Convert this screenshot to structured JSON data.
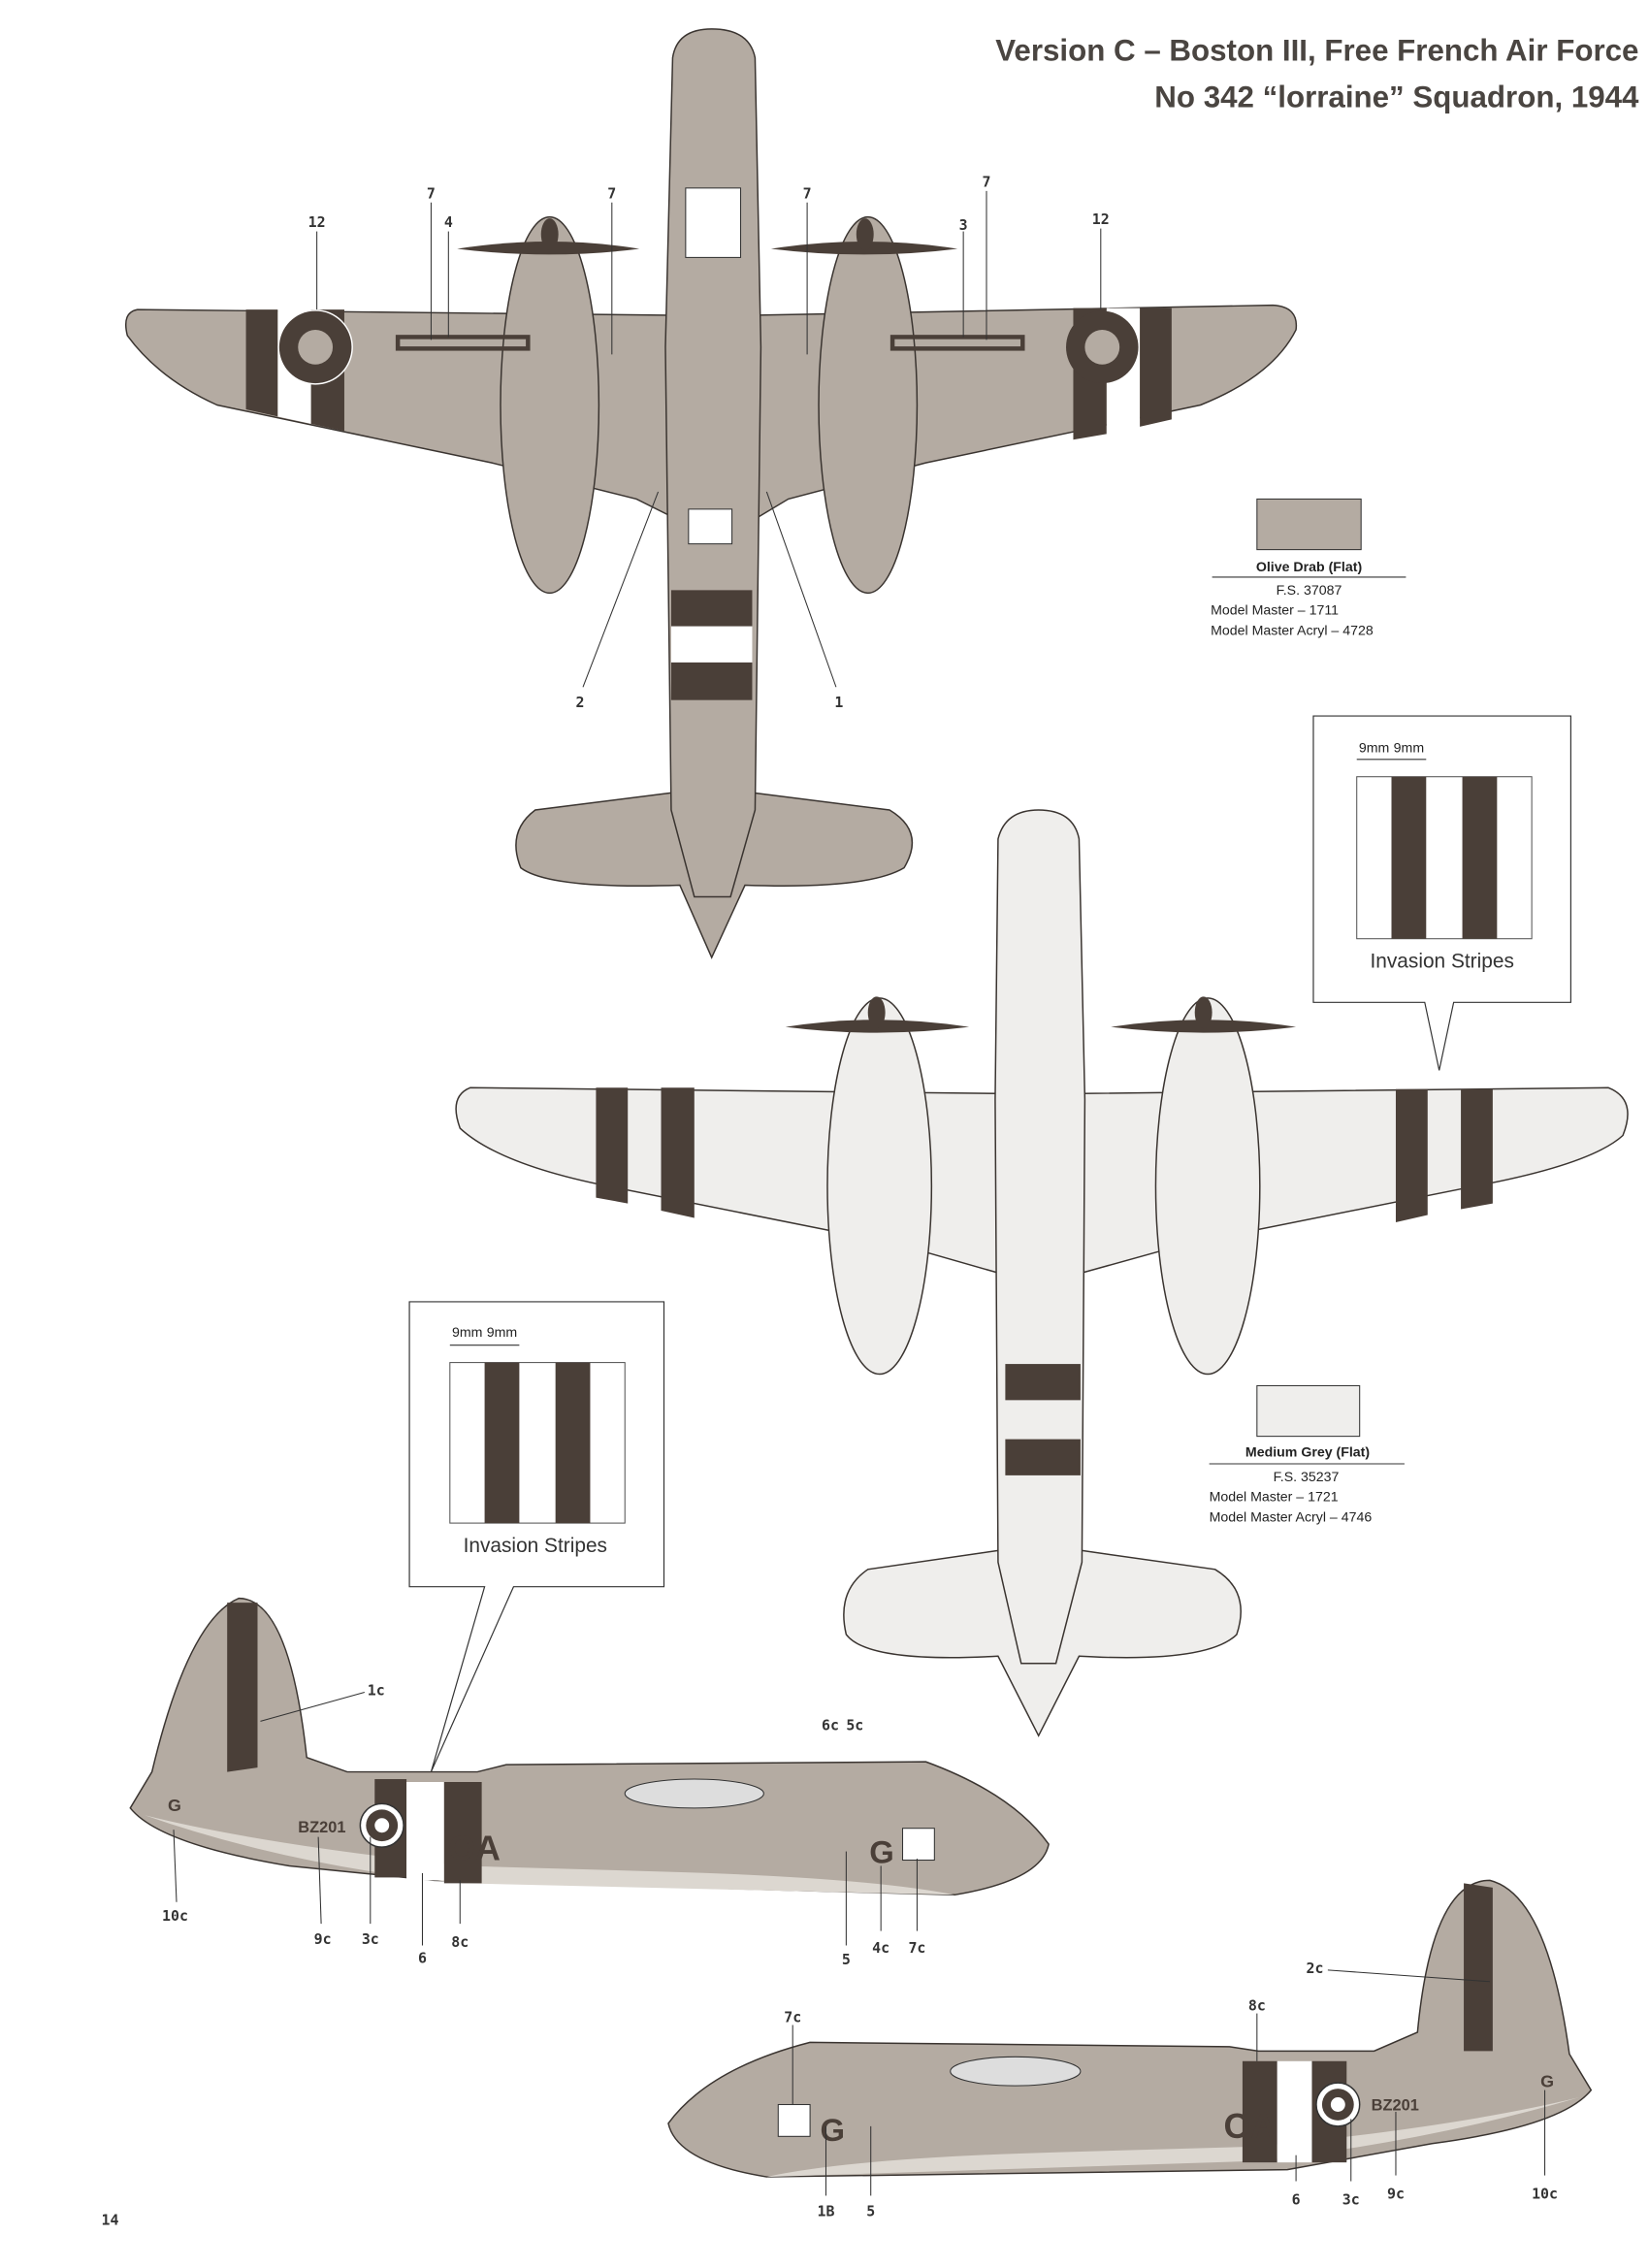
{
  "header": {
    "title_line1": "Version C – Boston III, Free French Air Force",
    "title_line2": "No 342 “lorraine” Squadron, 1944"
  },
  "top_view_callouts": [
    "12",
    "7",
    "4",
    "7",
    "7",
    "3",
    "7",
    "12",
    "2",
    "1"
  ],
  "colors": [
    {
      "name": "Olive Drab (Flat)",
      "fs": "F.S. 37087",
      "mm": "Model Master – 1711",
      "mma": "Model Master Acryl – 4728",
      "swatch": "#b4aba2"
    },
    {
      "name": "Medium Grey (Flat)",
      "fs": "F.S. 35237",
      "mm": "Model Master – 1721",
      "mma": "Model Master Acryl – 4746",
      "swatch": "#efeeec"
    }
  ],
  "invasion_stripes": {
    "dim1": "9mm",
    "dim2": "9mm",
    "label": "Invasion Stripes"
  },
  "side_view_left": {
    "serial": "BZ201",
    "squadron_code": "OA",
    "aircraft_letter": "G",
    "tail_letter": "G",
    "callouts": [
      "1c",
      "6c",
      "5c",
      "10c",
      "9c",
      "3c",
      "6",
      "8c",
      "5",
      "4c",
      "7c"
    ]
  },
  "side_view_right": {
    "serial": "BZ201",
    "squadron_code": "OA",
    "aircraft_letter": "G",
    "tail_letter": "G",
    "callouts": [
      "2c",
      "7c",
      "8c",
      "1B",
      "5",
      "6",
      "3c",
      "9c",
      "10c"
    ]
  },
  "page_number": "14"
}
